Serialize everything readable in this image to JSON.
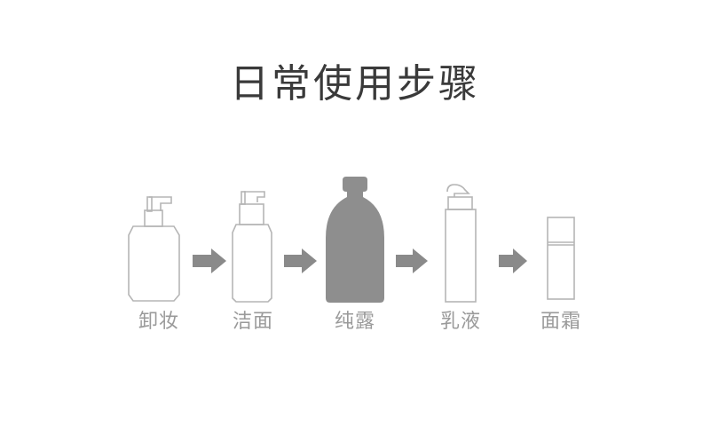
{
  "title": "日常使用步骤",
  "steps": [
    {
      "label": "卸妆",
      "highlighted": false
    },
    {
      "label": "洁面",
      "highlighted": false
    },
    {
      "label": "纯露",
      "highlighted": true
    },
    {
      "label": "乳液",
      "highlighted": false
    },
    {
      "label": "面霜",
      "highlighted": false
    }
  ],
  "colors": {
    "outline": "#b5b5b5",
    "highlight": "#8e8e8e",
    "arrow": "#8a8a8a",
    "label": "#9a9a9a",
    "title": "#3a3a3a"
  }
}
